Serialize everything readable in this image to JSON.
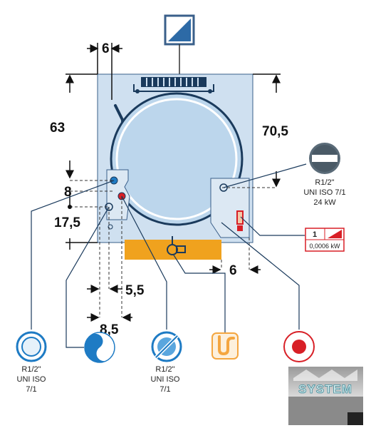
{
  "dimensions": {
    "top_offset": "6",
    "left_height": "63",
    "right_height": "70,5",
    "left_8": "8",
    "left_17_5": "17,5",
    "right_bottom_6": "6",
    "bottom_5_5": "5,5",
    "bottom_8_5": "8,5"
  },
  "electrical": {
    "line1": "R1/2\"",
    "line2": "UNI ISO 7/1",
    "line3": "24 kW"
  },
  "power_badge": {
    "count": "1",
    "value": "0,0006 kW"
  },
  "water_inlet_1": {
    "line1": "R1/2\"",
    "line2": "UNI ISO",
    "line3": "7/1"
  },
  "water_inlet_2": {
    "line1": "R1/2\"",
    "line2": "UNI ISO",
    "line3": "7/1"
  },
  "logo": {
    "text": "SYSTEM"
  },
  "colors": {
    "panel": "#cfe0f0",
    "panel_stroke": "#3a5f8a",
    "vessel": "#bcd6ec",
    "drain_base": "#f0a21e",
    "accent_blue": "#1e7bc4",
    "accent_red": "#d81f26",
    "accent_orange": "#f4a640",
    "icon_gray": "#5a6b78"
  },
  "icons": {
    "top": "half-diagonal-square-icon",
    "electric": "no-entry-disc-icon",
    "water1": "hollow-ring-icon",
    "water2": "yin-yang-water-icon",
    "water3": "slashed-circle-icon",
    "drain": "siphon-drain-icon",
    "alarm": "red-dot-icon"
  }
}
